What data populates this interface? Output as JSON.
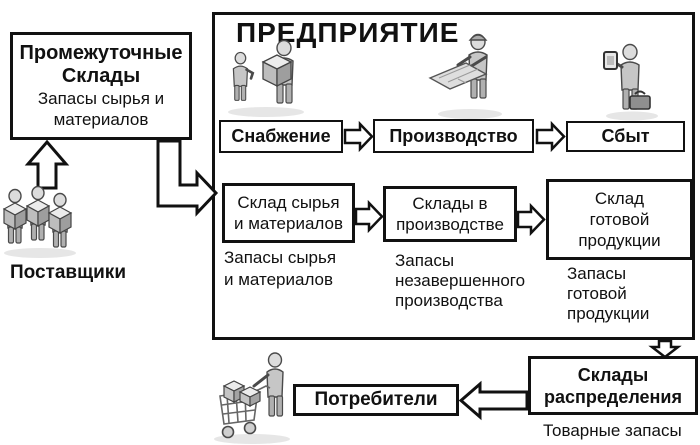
{
  "colors": {
    "ink": "#111111",
    "background": "#ffffff",
    "icon_light": "#e0e0e0",
    "icon_mid": "#c2c2c2",
    "icon_dark": "#9a9a9a",
    "icon_stroke": "#4a4a4a"
  },
  "enterprise": {
    "title": "ПРЕДПРИЯТИЕ"
  },
  "intermediate_warehouse": {
    "lines": [
      "Промежуточные",
      "Склады"
    ],
    "caption_lines": [
      "Запасы сырья и",
      "материалов"
    ]
  },
  "suppliers": {
    "label": "Поставщики"
  },
  "flow": {
    "supply": "Снабжение",
    "production": "Производство",
    "sales": "Сбыт"
  },
  "warehouses": {
    "raw": {
      "lines": [
        "Склад сырья",
        "и материалов"
      ],
      "caption": [
        "Запасы сырья",
        "и материалов"
      ]
    },
    "wip": {
      "lines": [
        "Склады в",
        "производстве"
      ],
      "caption": [
        "Запасы",
        "незавершенного",
        "производства"
      ]
    },
    "finished": {
      "lines": [
        "Склад",
        "готовой",
        "продукции"
      ],
      "caption": [
        "Запасы",
        "готовой",
        "продукции"
      ]
    }
  },
  "distribution": {
    "lines": [
      "Склады",
      "распределения"
    ],
    "caption": "Товарные запасы"
  },
  "consumers": {
    "label": "Потребители"
  },
  "icons": {
    "suppliers": "three-workers-with-boxes-icon",
    "supply": "people-handover-box-icon",
    "production": "worker-with-blueprint-icon",
    "sales": "salesman-with-briefcase-icon",
    "consumers": "shopper-with-cart-icon"
  }
}
